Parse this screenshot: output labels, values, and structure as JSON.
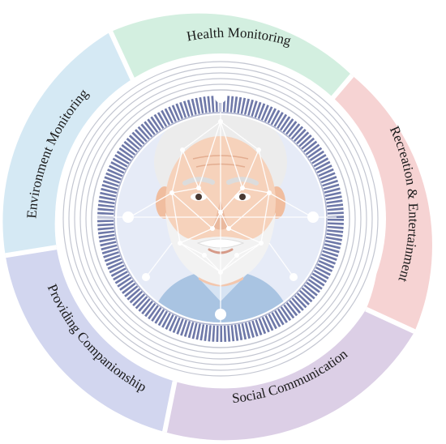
{
  "segments": [
    {
      "id": "health",
      "label": "Health Monitoring",
      "color": "#d3efe0"
    },
    {
      "id": "recreation",
      "label": "Recreation & Entertainment",
      "color": "#f6d3d3"
    },
    {
      "id": "social",
      "label": "Social Communication",
      "color": "#dccfe6"
    },
    {
      "id": "companionship",
      "label": "Providing Companionship",
      "color": "#d2d6ef"
    },
    {
      "id": "environment",
      "label": "Environment Monitoring",
      "color": "#d5e9f4"
    }
  ],
  "colors": {
    "ring_stripes": "#6e78a8",
    "inner_disc": "#e6ebf7",
    "node": "#ffffff"
  },
  "icons": [
    "elderly-man-face-icon",
    "face-scan-mesh-icon"
  ]
}
